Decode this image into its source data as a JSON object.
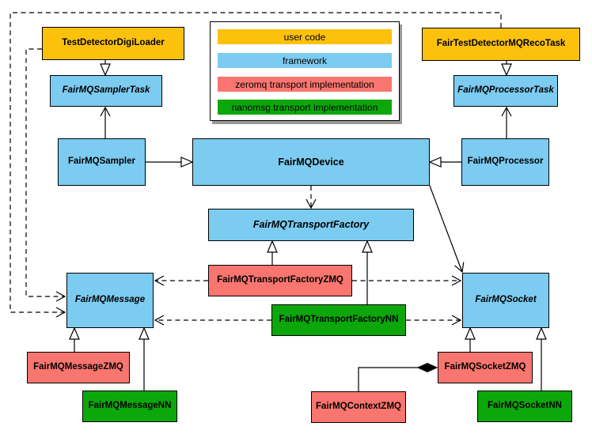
{
  "colors": {
    "user_code": "#FBC10D",
    "framework": "#7CCBF0",
    "zeromq": "#F9756F",
    "nanomsg": "#0BA70B",
    "line": "#000000",
    "background": "#FFFFFF",
    "legend_shadow": "#9A9A9A"
  },
  "legend": {
    "items": [
      {
        "label": "user code",
        "color_key": "user_code"
      },
      {
        "label": "framework",
        "color_key": "framework"
      },
      {
        "label": "zeromq transport implementation",
        "color_key": "zeromq"
      },
      {
        "label": "nanomsg transport implementation",
        "color_key": "nanomsg"
      }
    ]
  },
  "nodes": {
    "digi_loader": {
      "label": "TestDetectorDigiLoader",
      "category": "user code",
      "abstract": false
    },
    "reco_task": {
      "label": "FairTestDetectorMQRecoTask",
      "category": "user code",
      "abstract": false
    },
    "sampler_task": {
      "label": "FairMQSamplerTask",
      "category": "framework",
      "abstract": true
    },
    "processor_task": {
      "label": "FairMQProcessorTask",
      "category": "framework",
      "abstract": true
    },
    "sampler": {
      "label": "FairMQSampler",
      "category": "framework",
      "abstract": false
    },
    "device": {
      "label": "FairMQDevice",
      "category": "framework",
      "abstract": false
    },
    "processor": {
      "label": "FairMQProcessor",
      "category": "framework",
      "abstract": false
    },
    "transport_factory": {
      "label": "FairMQTransportFactory",
      "category": "framework",
      "abstract": true
    },
    "transport_factory_zmq": {
      "label": "FairMQTransportFactoryZMQ",
      "category": "zeromq",
      "abstract": false
    },
    "transport_factory_nn": {
      "label": "FairMQTransportFactoryNN",
      "category": "nanomsg",
      "abstract": false
    },
    "message": {
      "label": "FairMQMessage",
      "category": "framework",
      "abstract": true
    },
    "socket": {
      "label": "FairMQSocket",
      "category": "framework",
      "abstract": true
    },
    "message_zmq": {
      "label": "FairMQMessageZMQ",
      "category": "zeromq",
      "abstract": false
    },
    "message_nn": {
      "label": "FairMQMessageNN",
      "category": "nanomsg",
      "abstract": false
    },
    "context_zmq": {
      "label": "FairMQContextZMQ",
      "category": "zeromq",
      "abstract": false
    },
    "socket_zmq": {
      "label": "FairMQSocketZMQ",
      "category": "zeromq",
      "abstract": false
    },
    "socket_nn": {
      "label": "FairMQSocketNN",
      "category": "nanomsg",
      "abstract": false
    }
  },
  "relationships": [
    {
      "from": "TestDetectorDigiLoader",
      "to": "FairMQSamplerTask",
      "type": "inheritance"
    },
    {
      "from": "FairTestDetectorMQRecoTask",
      "to": "FairMQProcessorTask",
      "type": "inheritance"
    },
    {
      "from": "FairMQSampler",
      "to": "FairMQDevice",
      "type": "inheritance"
    },
    {
      "from": "FairMQProcessor",
      "to": "FairMQDevice",
      "type": "inheritance"
    },
    {
      "from": "FairMQSampler",
      "to": "FairMQSamplerTask",
      "type": "association"
    },
    {
      "from": "FairMQProcessor",
      "to": "FairMQProcessorTask",
      "type": "association"
    },
    {
      "from": "FairMQDevice",
      "to": "FairMQSocket",
      "type": "association"
    },
    {
      "from": "FairMQDevice",
      "to": "FairMQTransportFactory",
      "type": "dependency"
    },
    {
      "from": "FairMQTransportFactoryZMQ",
      "to": "FairMQTransportFactory",
      "type": "inheritance"
    },
    {
      "from": "FairMQTransportFactoryNN",
      "to": "FairMQTransportFactory",
      "type": "inheritance"
    },
    {
      "from": "FairMQTransportFactoryZMQ",
      "to": "FairMQMessage",
      "type": "dependency"
    },
    {
      "from": "FairMQTransportFactoryZMQ",
      "to": "FairMQSocket",
      "type": "dependency"
    },
    {
      "from": "FairMQTransportFactoryNN",
      "to": "FairMQMessage",
      "type": "dependency"
    },
    {
      "from": "FairMQTransportFactoryNN",
      "to": "FairMQSocket",
      "type": "dependency"
    },
    {
      "from": "TestDetectorDigiLoader",
      "to": "FairMQMessage",
      "type": "dependency"
    },
    {
      "from": "FairTestDetectorMQRecoTask",
      "to": "FairMQMessage",
      "type": "dependency"
    },
    {
      "from": "FairMQMessageZMQ",
      "to": "FairMQMessage",
      "type": "inheritance"
    },
    {
      "from": "FairMQMessageNN",
      "to": "FairMQMessage",
      "type": "inheritance"
    },
    {
      "from": "FairMQSocketZMQ",
      "to": "FairMQSocket",
      "type": "inheritance"
    },
    {
      "from": "FairMQSocketNN",
      "to": "FairMQSocket",
      "type": "inheritance"
    },
    {
      "from": "FairMQContextZMQ",
      "to": "FairMQSocketZMQ",
      "type": "composition"
    }
  ]
}
